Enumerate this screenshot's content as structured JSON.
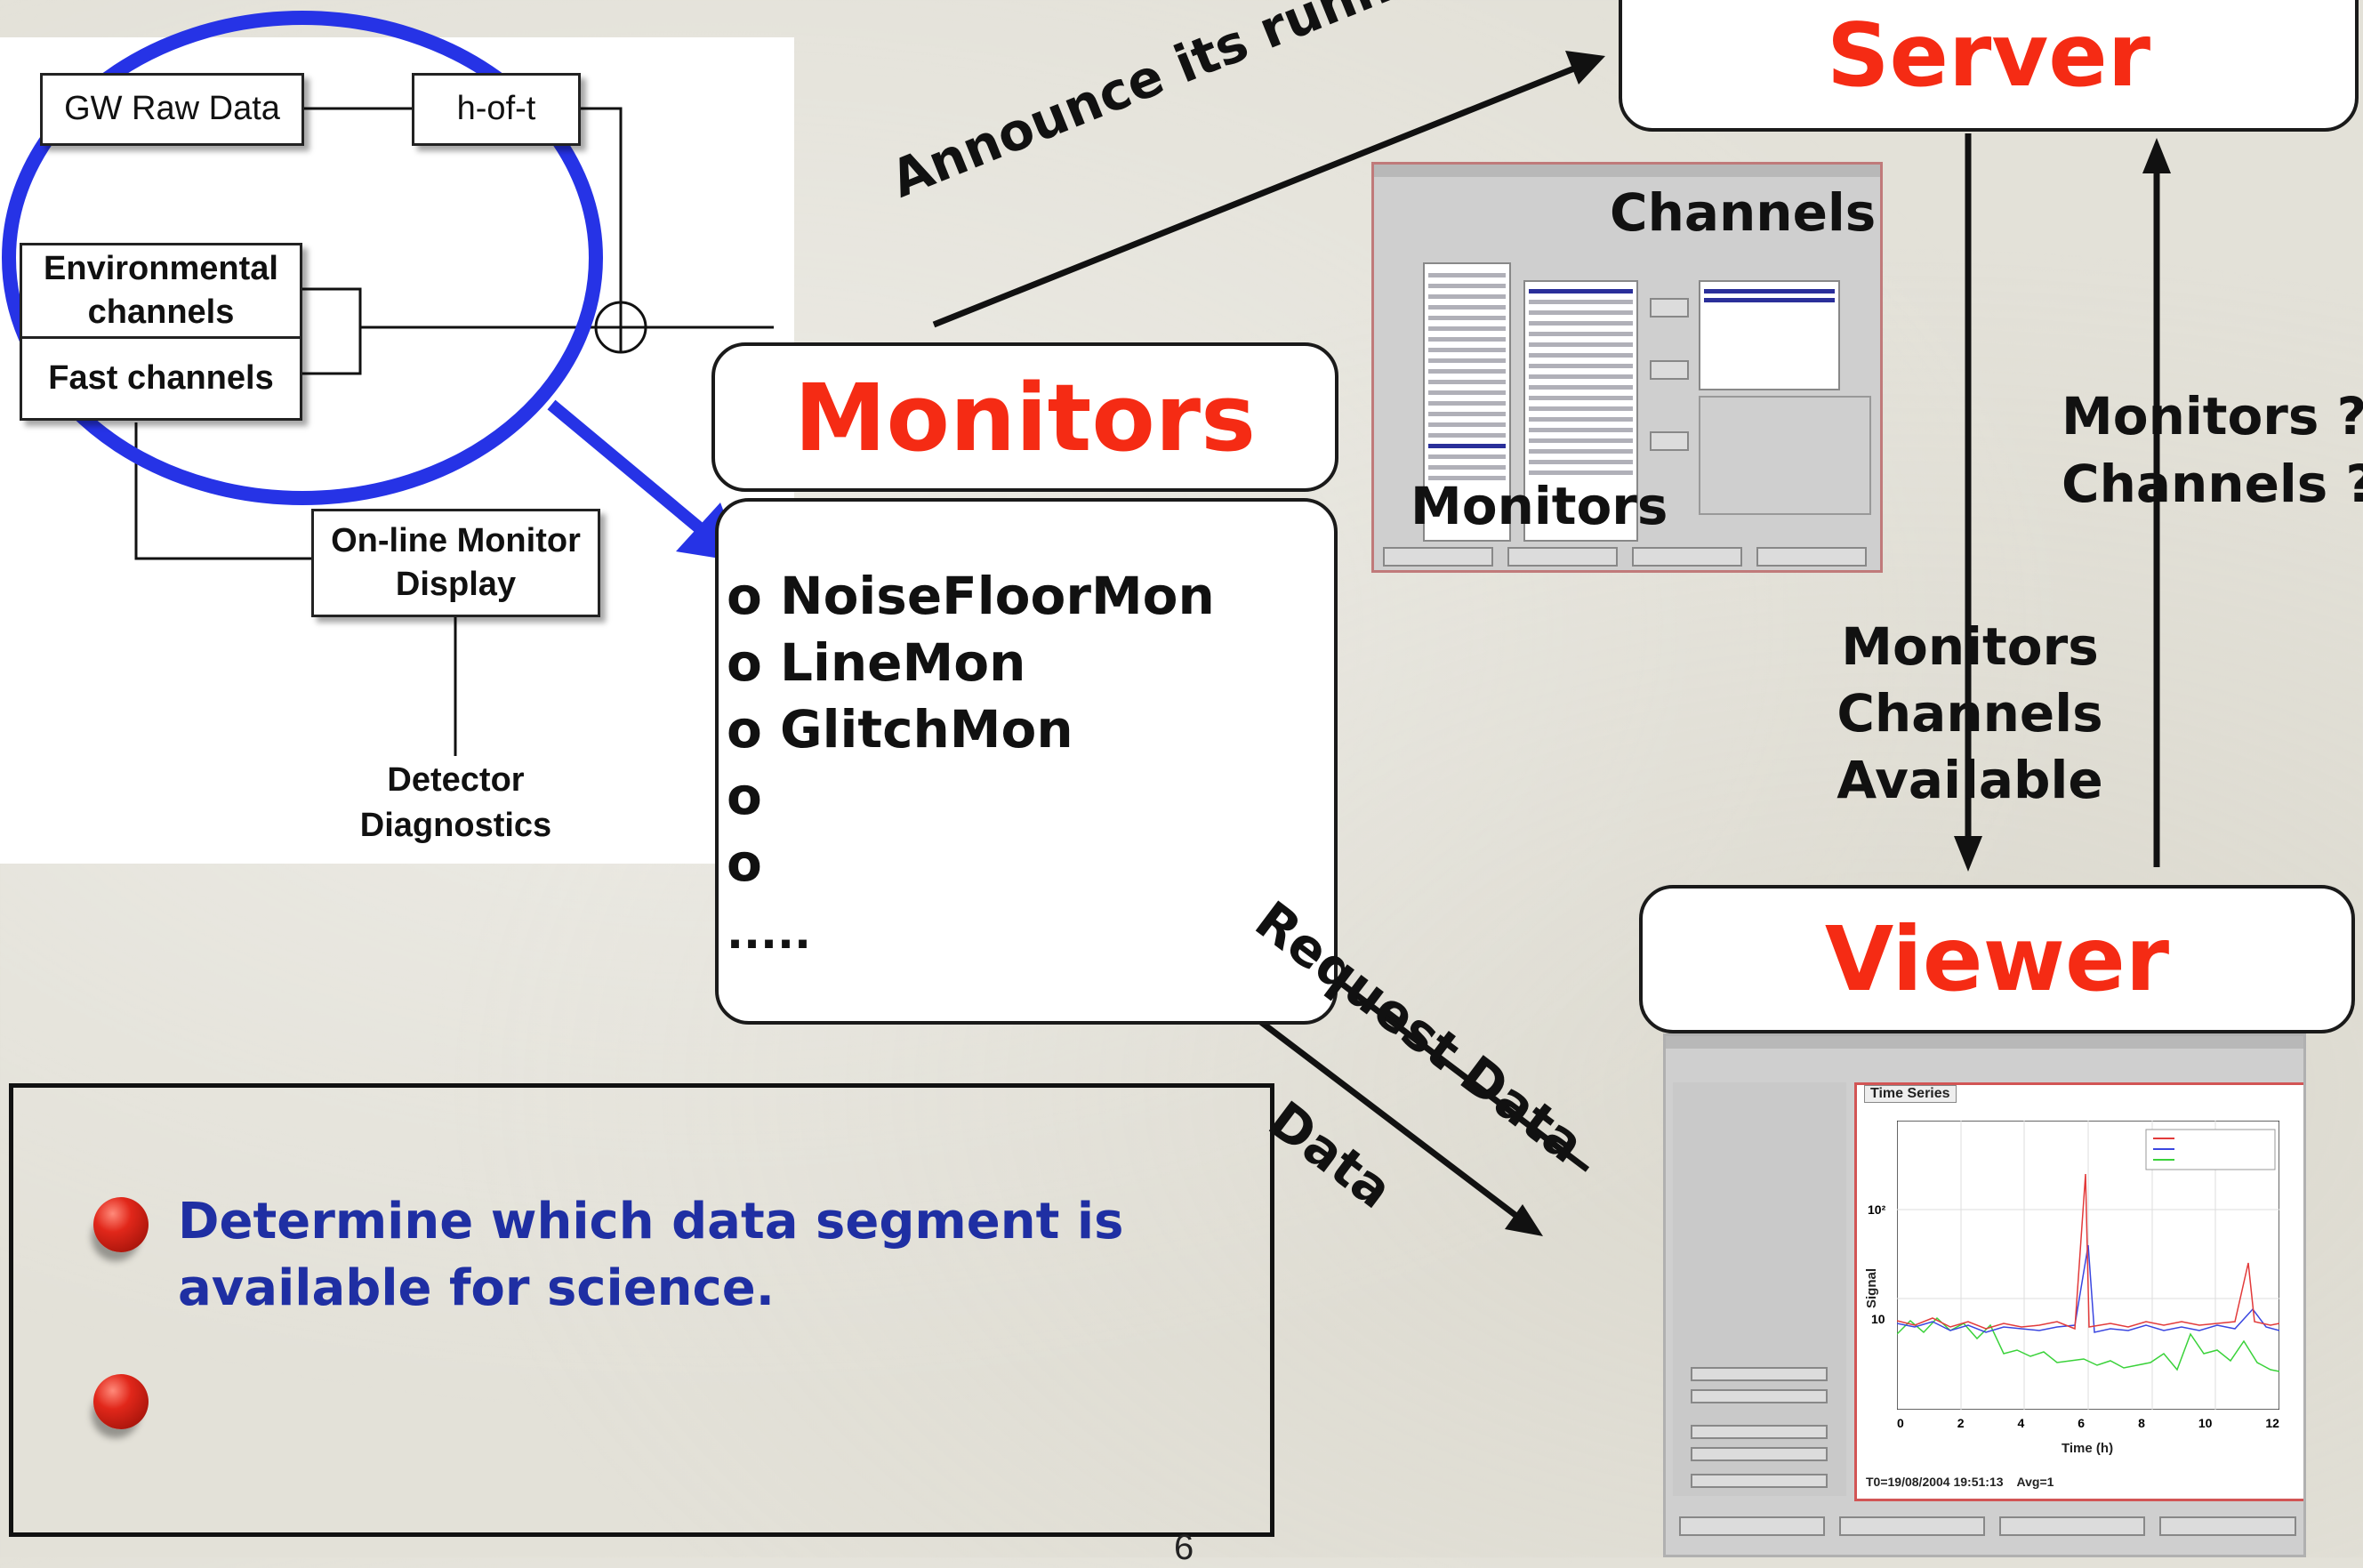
{
  "flow": {
    "gw_raw_data": "GW Raw Data",
    "h_oft": "h-of-t",
    "environmental": "Environmental channels",
    "fast": "Fast channels",
    "online_display": "On-line Monitor Display",
    "detector_diagnostics": "Detector Diagnostics"
  },
  "server": {
    "title": "Server"
  },
  "monitors": {
    "title": "Monitors",
    "items": [
      "o NoiseFloorMon",
      "o LineMon",
      "o GlitchMon",
      "o",
      "o",
      "....."
    ]
  },
  "viewer": {
    "title": "Viewer"
  },
  "arrows": {
    "announce": "Announce its running",
    "request_data": "Request Data",
    "data": "Data",
    "server_to_viewer": [
      "Monitors",
      "Channels",
      "Available"
    ],
    "viewer_to_server": [
      "Monitors ?",
      "Channels ?"
    ]
  },
  "dmt_screenshot": {
    "channels_label": "Channels",
    "monitors_label": "Monitors"
  },
  "viewer_screenshot": {
    "plot_title": "Time Series",
    "ylabel": "Signal",
    "xlabel": "Time (h)",
    "footer": "T0=19/08/2004 19:51:13    Avg=1",
    "y_ticks": [
      "10²",
      "10"
    ],
    "x_ticks": [
      "0",
      "2",
      "4",
      "6",
      "8",
      "10",
      "12"
    ]
  },
  "bullets": [
    "Determine which data segment is available for science.",
    ""
  ],
  "page_number": "6",
  "colors": {
    "title_red": "#f52b14",
    "circle_blue": "#2633e6",
    "bullet_blue": "#1f2fa3"
  }
}
